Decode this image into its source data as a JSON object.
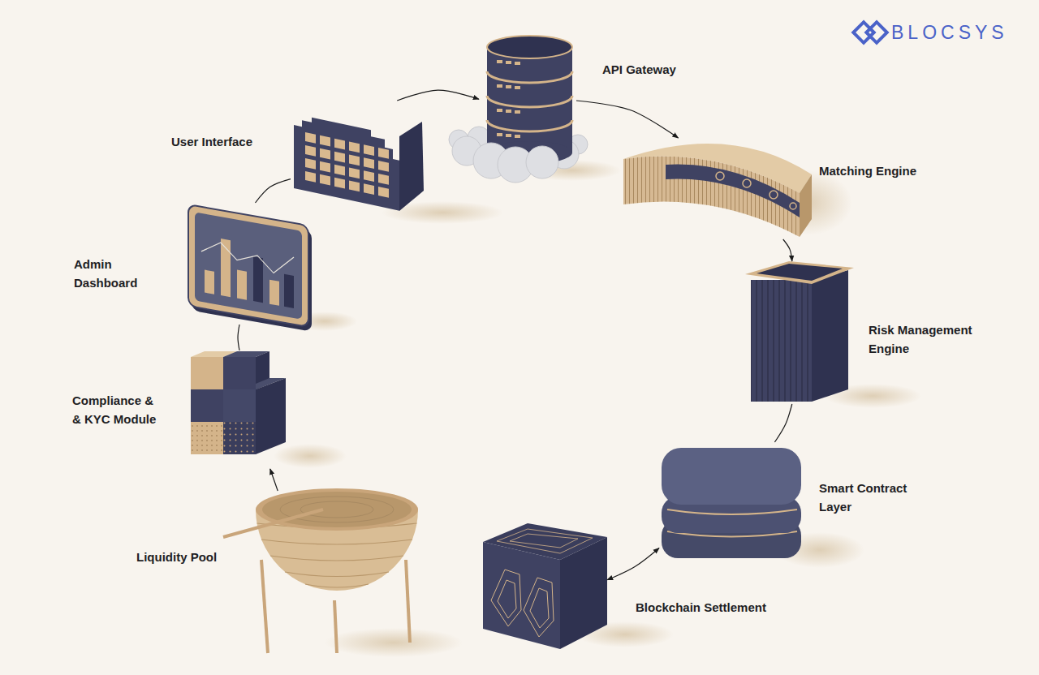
{
  "diagram": {
    "nodes": [
      {
        "text": [
          "User Interface"
        ]
      },
      {
        "text": [
          "API Gateway"
        ]
      },
      {
        "text": [
          "Matching Engine"
        ]
      },
      {
        "text": [
          "Risk Management Engine"
        ]
      },
      {
        "text": [
          "Smart Contract Layer"
        ]
      },
      {
        "text": [
          "Blockchain Settlement"
        ]
      },
      {
        "text": [
          "Liquidity Pool"
        ]
      },
      {
        "text": [
          "Compliance & & KYC Module"
        ]
      },
      {
        "text": [
          "Admin Dashboard"
        ]
      }
    ],
    "edges": [
      {
        "from": 0,
        "to": 1,
        "arrow": "to"
      },
      {
        "from": 1,
        "to": 2,
        "arrow": "to"
      },
      {
        "from": 2,
        "to": 3,
        "arrow": "to"
      },
      {
        "from": 3,
        "to": 4,
        "arrow": "none"
      },
      {
        "from": 4,
        "to": 5,
        "arrow": "both"
      },
      {
        "from": 6,
        "to": 7,
        "arrow": "to"
      },
      {
        "from": 7,
        "to": 8,
        "arrow": "none"
      },
      {
        "from": 8,
        "to": 0,
        "arrow": "none"
      }
    ],
    "labels": [
      "BLOCSYS"
    ]
  }
}
